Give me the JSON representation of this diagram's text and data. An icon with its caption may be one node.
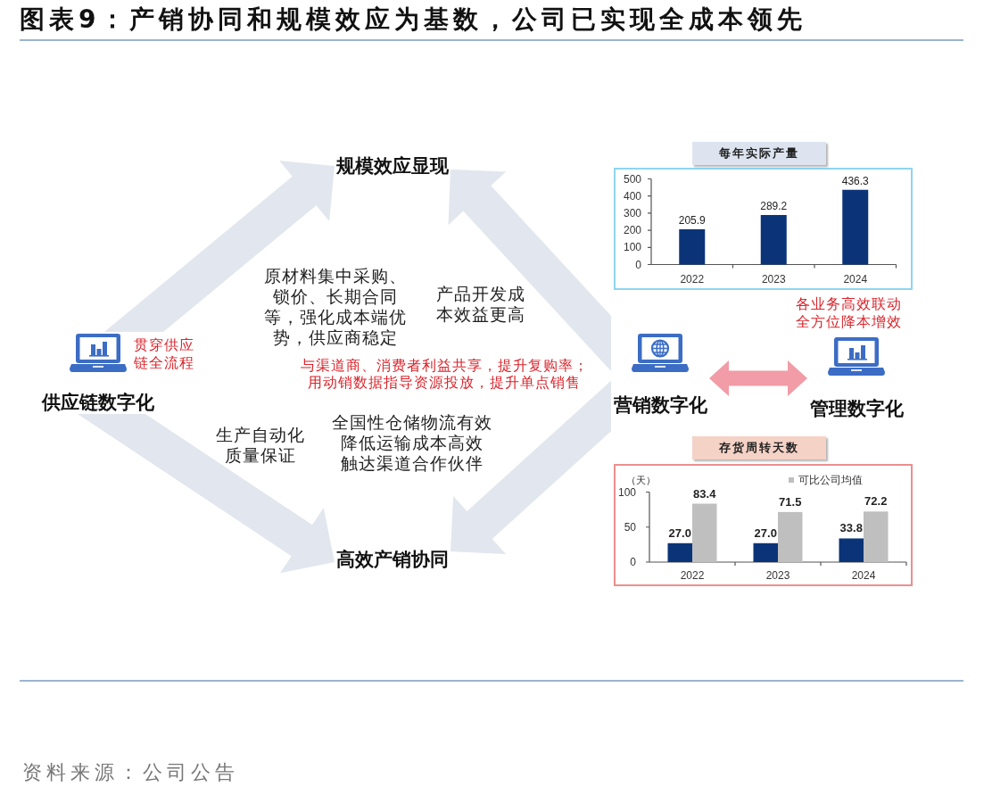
{
  "diagram": {
    "title": "图表9：产销协同和规模效应为基数，公司已实现全成本领先",
    "nodes": [
      {
        "text": [
          "规模效应显现"
        ]
      },
      {
        "text": [
          "供应链数字化"
        ],
        "beside": [
          "贯穿供应链全流程"
        ]
      },
      {
        "text": [
          "营销数字化"
        ]
      },
      {
        "text": [
          "管理数字化"
        ],
        "beside": [
          "各业务高效联动全方位降本增效"
        ]
      },
      {
        "text": [
          "高效产销协同"
        ]
      }
    ],
    "edges": [
      {
        "from": 1,
        "to": 0,
        "arrow": "to"
      },
      {
        "from": 1,
        "to": 4,
        "arrow": "to"
      },
      {
        "from": 2,
        "to": 0,
        "arrow": "to"
      },
      {
        "from": 2,
        "to": 4,
        "arrow": "to"
      },
      {
        "from": 2,
        "to": 3,
        "arrow": "both",
        "color": "#f19ca6"
      }
    ],
    "labels": [
      "原材料集中采购、锁价、长期合同等，强化成本端优势，供应商稳定",
      "产品开发成本效益更高",
      "与渠道商、消费者利益共享，提升复购率；用动销数据指导资源投放，提升单点销售",
      "生产自动化质量保证",
      "全国性仓储物流有效降低运输成本高效触达渠道合作伙伴",
      "资料来源：公司公告"
    ],
    "chart_data": [
      {
        "type": "bar",
        "title": "每年实际产量",
        "categories": [
          "2022",
          "2023",
          "2024"
        ],
        "series": [
          {
            "color": "#0b3478",
            "values": [
              205.9,
              289.2,
              436.3
            ]
          }
        ],
        "ylim": [
          0,
          500
        ],
        "yticks": [
          0,
          100,
          200,
          300,
          400,
          500
        ],
        "data_labels": true
      },
      {
        "type": "bar",
        "title": "存货周转天数",
        "ylabel": "（天）",
        "categories": [
          "2022",
          "2023",
          "2024"
        ],
        "series": [
          {
            "color": "#0b3478",
            "values": [
              27.0,
              27.0,
              33.8
            ]
          },
          {
            "name": "可比公司均值",
            "color": "#bfbfbf",
            "values": [
              83.4,
              71.5,
              72.2
            ]
          }
        ],
        "ylim": [
          0,
          100
        ],
        "yticks": [
          0,
          50,
          100
        ],
        "value_labels": [
          [
            "27.0",
            "27.0",
            "33.8"
          ],
          [
            "83.4",
            "71.5",
            "72.2"
          ]
        ]
      }
    ]
  }
}
